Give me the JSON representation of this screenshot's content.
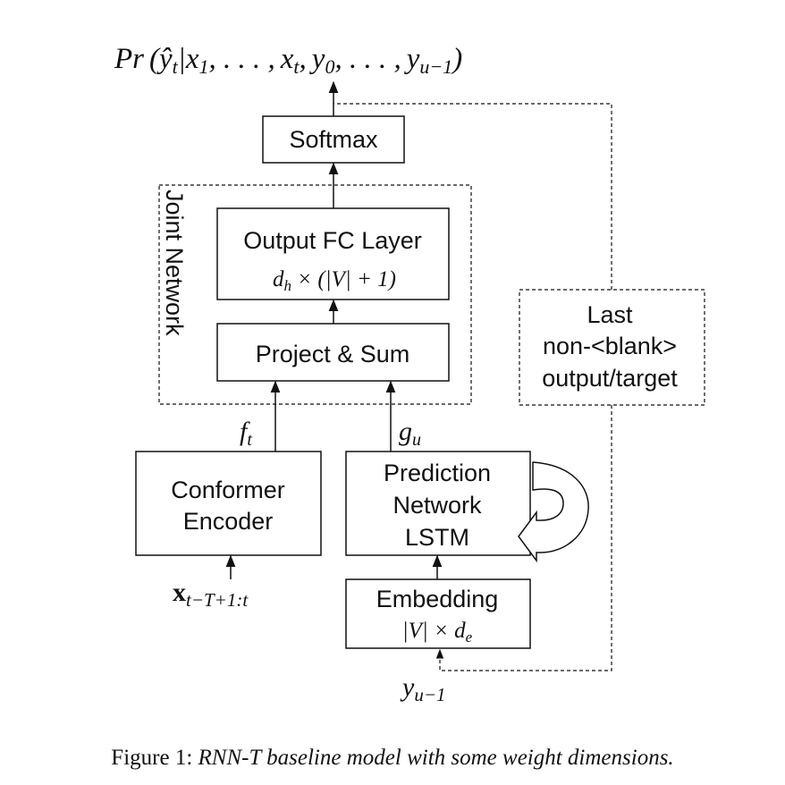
{
  "top_formula": {
    "pr": "Pr",
    "open": "(",
    "yhat": "ŷ",
    "t_sub": "t",
    "bar": "|",
    "x": "x",
    "sub_1": "1",
    "comma_dots": ", . . . ,",
    "x2": "x",
    "sub_t": "t",
    "comma": ",",
    "y": "y",
    "sub_0": "0",
    "comma_dots2": ", . . . ,",
    "y2": "y",
    "sub_u1": "u−1",
    "close": ")"
  },
  "blocks": {
    "softmax": "Softmax",
    "joint_network": "Joint Network",
    "output_fc": "Output FC Layer",
    "output_fc_dim": {
      "d": "d",
      "d_sub": "h",
      "times": " × (|",
      "V": "V",
      "rest": "| + 1)"
    },
    "project_sum": "Project & Sum",
    "conformer": [
      "Conformer",
      "Encoder"
    ],
    "prediction": [
      "Prediction",
      "Network",
      "LSTM"
    ],
    "embedding": "Embedding",
    "embedding_dim": {
      "bar1": "|",
      "V": "V",
      "bar2": "| × ",
      "d": "d",
      "d_sub": "e"
    },
    "last_output": [
      "Last",
      "non-<blank>",
      "output/target"
    ]
  },
  "signals": {
    "f": "f",
    "f_sub": "t",
    "g": "g",
    "g_sub": "u",
    "x": "x",
    "x_sub": "t−T+1:t",
    "y": "y",
    "y_sub": "u−1"
  },
  "caption": {
    "prefix": "Figure 1: ",
    "text": "RNN-T baseline model with some weight dimensions."
  }
}
